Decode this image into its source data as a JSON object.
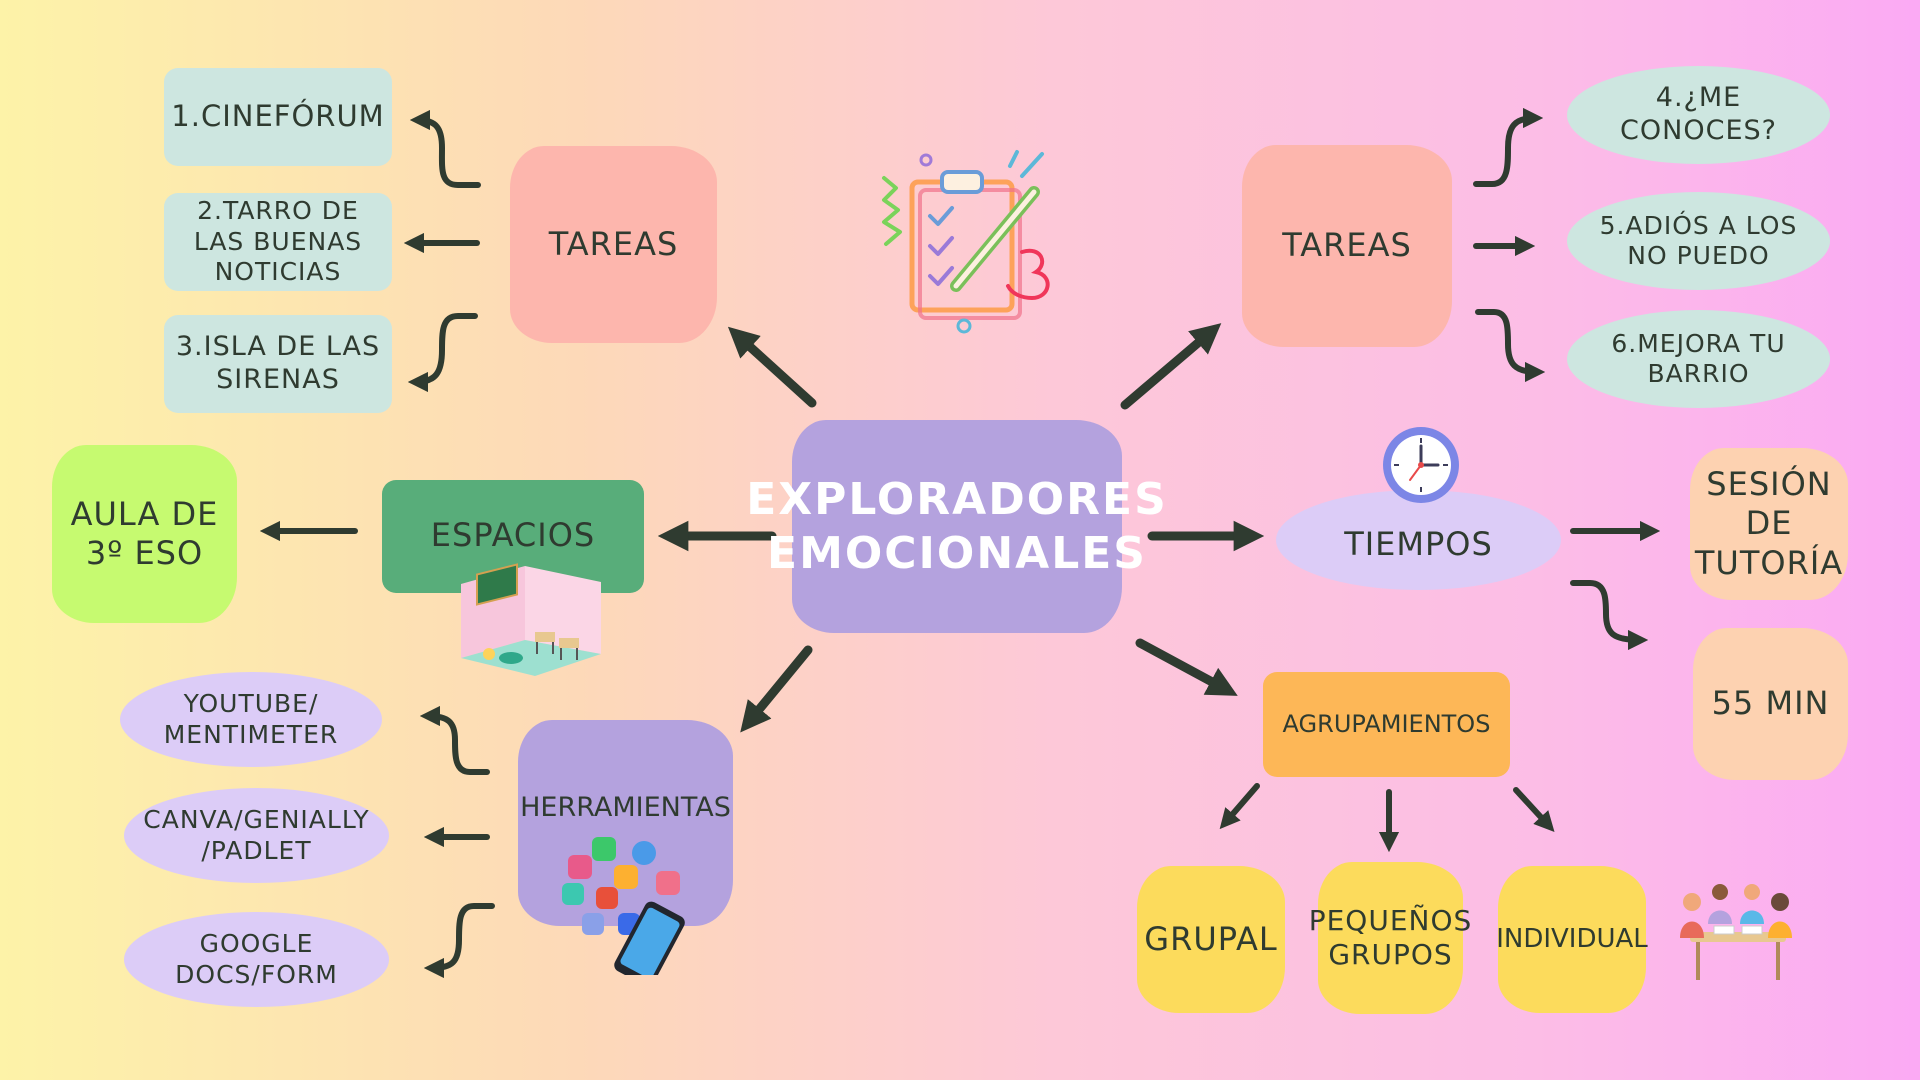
{
  "center": {
    "line1": "EXPLORADORES",
    "line2": "EMOCIONALES"
  },
  "left": {
    "tareas": {
      "label": "TAREAS",
      "items": [
        "1.CINEFÓRUM",
        "2.TARRO DE LAS BUENAS NOTICIAS",
        "3.ISLA DE LAS SIRENAS"
      ]
    },
    "espacios": {
      "label": "ESPACIOS",
      "item": "AULA DE 3º ESO"
    },
    "herramientas": {
      "label": "HERRAMIENTAS",
      "items": [
        "YOUTUBE/ MENTIMETER",
        "CANVA/GENIALLY /PADLET",
        "GOOGLE DOCS/FORM"
      ]
    }
  },
  "right": {
    "tareas": {
      "label": "TAREAS",
      "items": [
        "4.¿ME CONOCES?",
        "5.ADIÓS A LOS NO PUEDO",
        "6.MEJORA TU BARRIO"
      ]
    },
    "tiempos": {
      "label": "TIEMPOS",
      "items": [
        "SESIÓN DE TUTORÍA",
        "55 MIN"
      ]
    },
    "agrupamientos": {
      "label": "AGRUPAMIENTOS",
      "items": [
        "GRUPAL",
        "PEQUEÑOS GRUPOS",
        "INDIVIDUAL"
      ]
    }
  },
  "icons": [
    "clipboard-checklist-icon",
    "clock-icon",
    "classroom-illustration",
    "app-icons-phone-illustration",
    "students-group-illustration",
    "arrow-icon"
  ],
  "colors": {
    "center": "#b4a2de",
    "tareas": "#fdb6ad",
    "task_items": "#cde6e0",
    "espacios": "#58ad7a",
    "aula": "#c6fa70",
    "herramientas": "#b4a2de",
    "tool_items": "#dcccf7",
    "tiempos": "#dcccf7",
    "tiempos_items": "#fdd2b1",
    "agrupamientos": "#fdb757",
    "groups": "#fcdb5c",
    "arrow": "#2f3b30"
  }
}
